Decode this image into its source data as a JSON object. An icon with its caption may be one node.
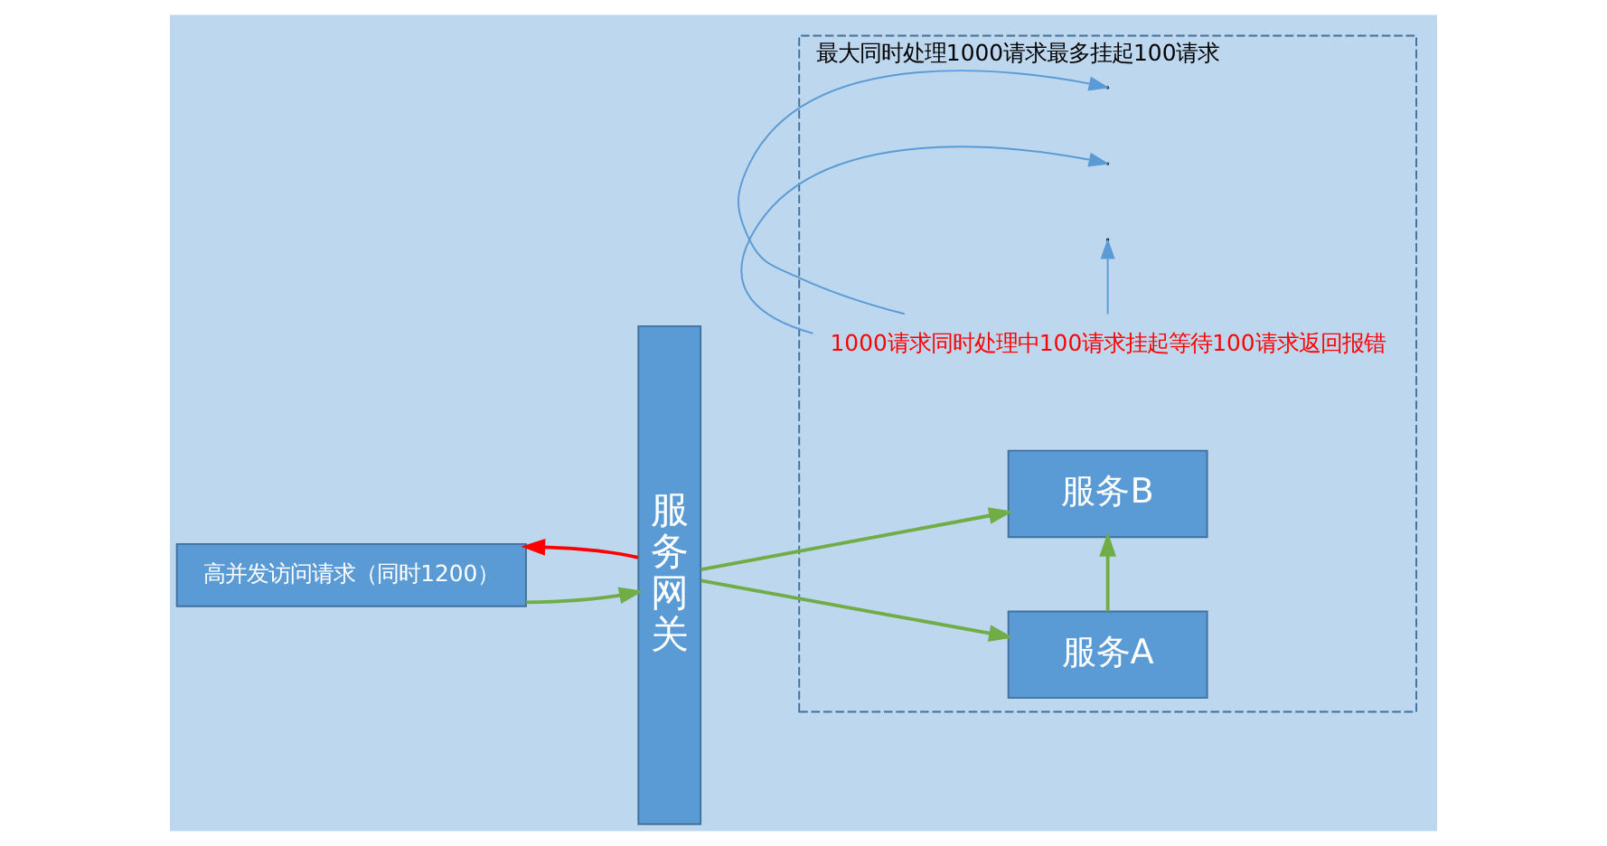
{
  "diagram": {
    "nodes": [
      {
        "text": [
          "高并发访问请求（同时1200）"
        ]
      },
      {
        "text": [
          "服务网关"
        ]
      },
      {
        "text": [
          "最大同时处理1000请求最多挂起100请求"
        ]
      },
      {
        "text": [
          "服务A"
        ],
        "in": 2
      },
      {
        "text": [
          "服务B"
        ],
        "in": 2
      },
      {
        "text": [
          "1000请求同时处理中100请求挂起等待100请求返回报错"
        ],
        "in": 2
      }
    ],
    "edges": [
      {
        "from": 0,
        "to": 1,
        "arrow": "to"
      },
      {
        "from": 1,
        "to": 3,
        "arrow": "to"
      },
      {
        "from": 1,
        "to": 4,
        "arrow": "to"
      },
      {
        "from": 3,
        "to": 4,
        "arrow": "to"
      },
      {
        "from": 1,
        "to": 0,
        "arrow": "to",
        "color": "#ff0000"
      },
      {
        "from": 5,
        "to": null,
        "arrow": "to",
        "color": "#5b9bd5"
      },
      {
        "from": 5,
        "to": null,
        "arrow": "to",
        "color": "#5b9bd5"
      },
      {
        "from": 5,
        "to": null,
        "arrow": "to",
        "color": "#5b9bd5"
      }
    ]
  }
}
